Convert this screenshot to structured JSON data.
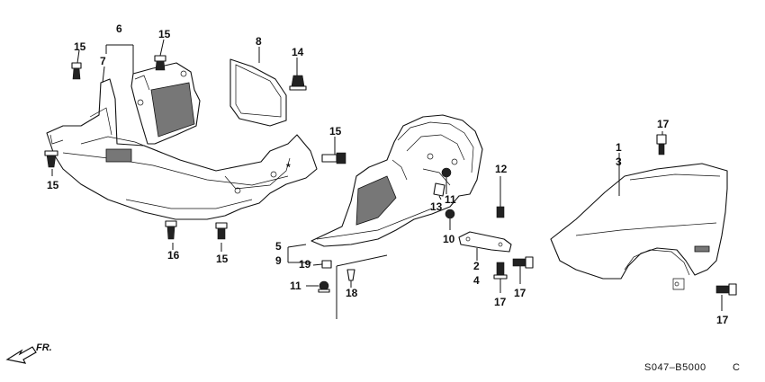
{
  "callouts": {
    "n1": "1",
    "n2": "2",
    "n3": "3",
    "n4": "4",
    "n5": "5",
    "n6": "6",
    "n7": "7",
    "n8": "8",
    "n9": "9",
    "n10": "10",
    "n11a": "11",
    "n11b": "11",
    "n12": "12",
    "n13": "13",
    "n14": "14",
    "n15a": "15",
    "n15b": "15",
    "n15c": "15",
    "n15d": "15",
    "n15e": "15",
    "n16": "16",
    "n17a": "17",
    "n17b": "17",
    "n17c": "17",
    "n17d": "17",
    "n18": "18",
    "n19": "19",
    "asterisk": "*"
  },
  "direction_label": "FR.",
  "diagram_code": "S047–B5000",
  "diagram_code_suffix": "C"
}
